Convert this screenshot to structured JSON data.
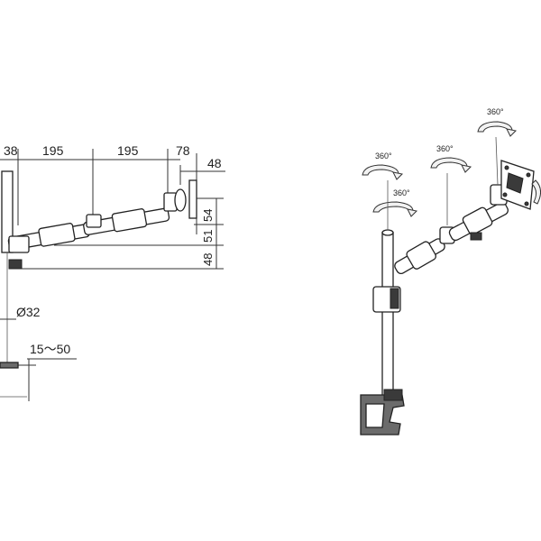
{
  "dimensions": {
    "d_38": "38",
    "d_195_a": "195",
    "d_195_b": "195",
    "d_78": "78",
    "d_48_h": "48",
    "d_54": "54",
    "d_51": "51",
    "d_48_v": "48",
    "d_pole": "Ø32",
    "d_clamp": "15～50"
  },
  "rotation_labels": [
    "360°",
    "360°",
    "360°",
    "360°"
  ]
}
